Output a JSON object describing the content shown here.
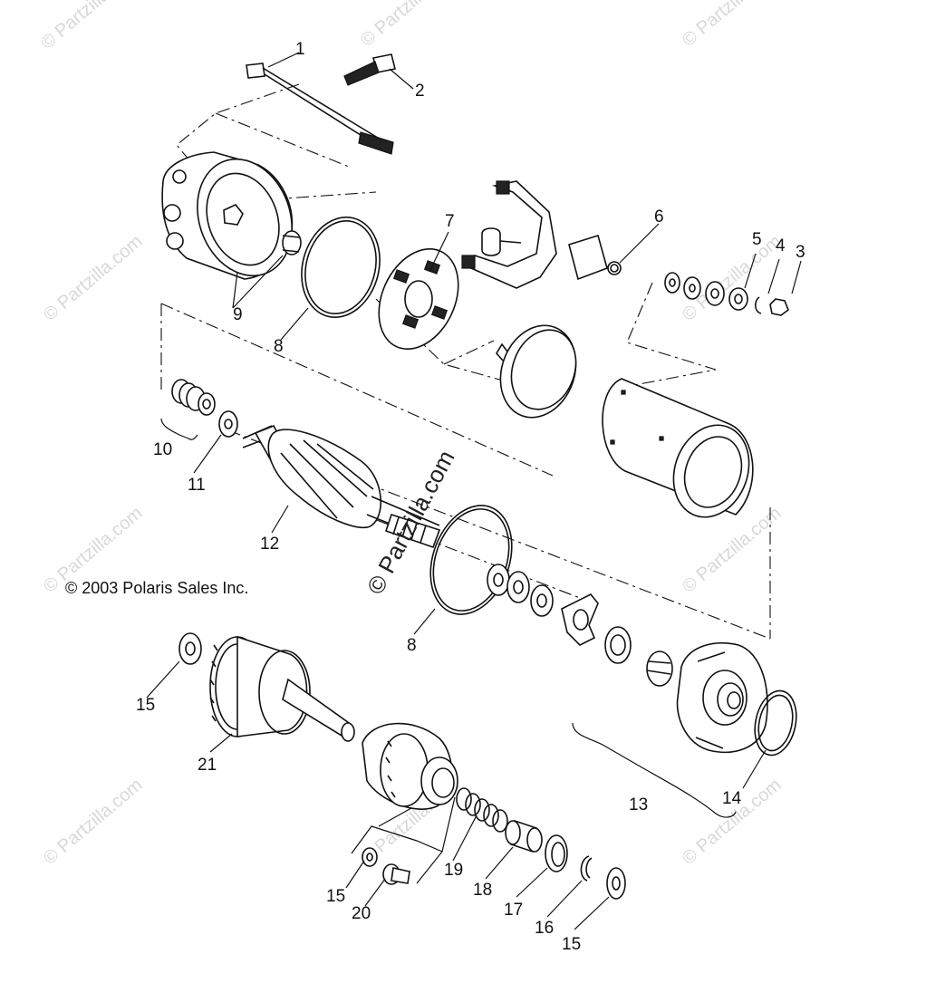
{
  "copyright": "© 2003 Polaris Sales Inc.",
  "center_watermark": "© Partzilla.com",
  "watermark": "© Partzilla.com",
  "callouts": [
    {
      "id": "c1",
      "text": "1"
    },
    {
      "id": "c2",
      "text": "2"
    },
    {
      "id": "c3",
      "text": "3"
    },
    {
      "id": "c4",
      "text": "4"
    },
    {
      "id": "c5",
      "text": "5"
    },
    {
      "id": "c6",
      "text": "6"
    },
    {
      "id": "c7",
      "text": "7"
    },
    {
      "id": "c8a",
      "text": "8"
    },
    {
      "id": "c9",
      "text": "9"
    },
    {
      "id": "c10",
      "text": "10"
    },
    {
      "id": "c11",
      "text": "11"
    },
    {
      "id": "c12",
      "text": "12"
    },
    {
      "id": "c8b",
      "text": "8"
    },
    {
      "id": "c13",
      "text": "13"
    },
    {
      "id": "c14",
      "text": "14"
    },
    {
      "id": "c15a",
      "text": "15"
    },
    {
      "id": "c21",
      "text": "21"
    },
    {
      "id": "c15b",
      "text": "15"
    },
    {
      "id": "c20",
      "text": "20"
    },
    {
      "id": "c19",
      "text": "19"
    },
    {
      "id": "c18",
      "text": "18"
    },
    {
      "id": "c17",
      "text": "17"
    },
    {
      "id": "c16",
      "text": "16"
    },
    {
      "id": "c15c",
      "text": "15"
    }
  ]
}
